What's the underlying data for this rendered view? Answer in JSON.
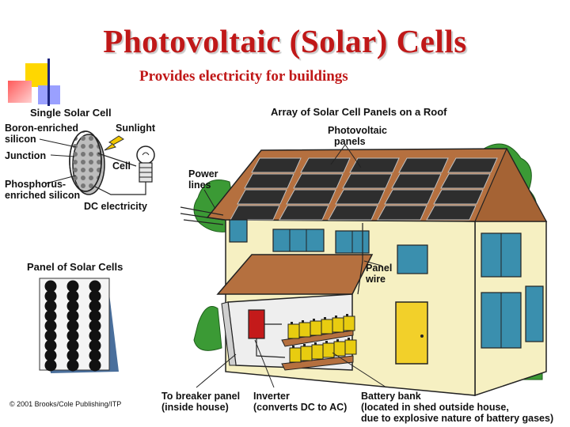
{
  "title": "Photovoltaic (Solar) Cells",
  "subtitle": "Provides electricity for buildings",
  "single_cell": {
    "heading": "Single Solar Cell",
    "boron_1": "Boron-enriched",
    "boron_2": "silicon",
    "junction": "Junction",
    "phosphorus_1": "Phosphorus-",
    "phosphorus_2": "enriched silicon",
    "sunlight": "Sunlight",
    "cell": "Cell",
    "dc": "DC electricity"
  },
  "panel": {
    "heading": "Panel of Solar Cells"
  },
  "array": {
    "heading": "Array of Solar Cell Panels on a Roof",
    "pv_1": "Photovoltaic",
    "pv_2": "panels",
    "power_1": "Power",
    "power_2": "lines",
    "wire_1": "Panel",
    "wire_2": "wire"
  },
  "bottom": {
    "breaker_1": "To breaker panel",
    "breaker_2": "(inside house)",
    "inverter_1": "Inverter",
    "inverter_2": "(converts DC to AC)",
    "battery_1": "Battery bank",
    "battery_2": "(located in shed outside house,",
    "battery_3": "due to explosive nature of battery gases)"
  },
  "copyright": "© 2001 Brooks/Cole Publishing/ITP",
  "colors": {
    "title": "#c01818",
    "roof": "#b5703f",
    "wall": "#f6f0c2",
    "panel": "#2e2e2e",
    "window": "#3a8fae",
    "door": "#f2d02a",
    "battery": "#e8cc10",
    "inverter": "#c41a1a",
    "tree": "#3b9a35",
    "panel_of_cells_bg": "#4a6f9c"
  }
}
